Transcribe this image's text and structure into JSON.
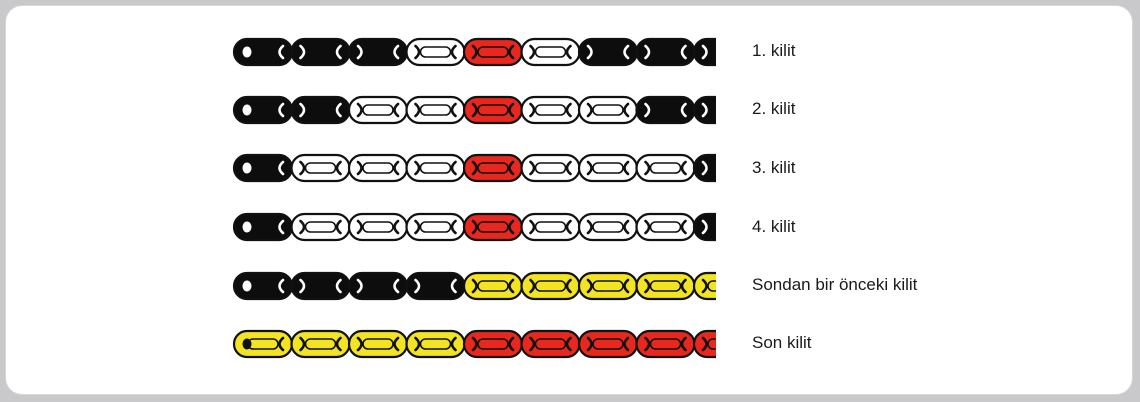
{
  "colors": {
    "black": "#0d0d0d",
    "white": "#ffffff",
    "red": "#e8281e",
    "yellow": "#f2e423"
  },
  "rows": [
    {
      "label": "1. kilit",
      "links": [
        "black",
        "black",
        "black",
        "white",
        "red",
        "white",
        "black",
        "black",
        "black"
      ]
    },
    {
      "label": "2. kilit",
      "links": [
        "black",
        "black",
        "white",
        "white",
        "red",
        "white",
        "white",
        "black",
        "black"
      ]
    },
    {
      "label": "3. kilit",
      "links": [
        "black",
        "white",
        "white",
        "white",
        "red",
        "white",
        "white",
        "white",
        "black"
      ]
    },
    {
      "label": "4. kilit",
      "links": [
        "black",
        "white",
        "white",
        "white",
        "red",
        "white",
        "white",
        "white",
        "black"
      ]
    },
    {
      "label": "Sondan bir önceki kilit",
      "links": [
        "black",
        "black",
        "black",
        "black",
        "yellow",
        "yellow",
        "yellow",
        "yellow",
        "yellow"
      ]
    },
    {
      "label": "Son kilit",
      "links": [
        "yellow",
        "yellow",
        "yellow",
        "yellow",
        "red",
        "red",
        "red",
        "red",
        "red"
      ]
    }
  ]
}
